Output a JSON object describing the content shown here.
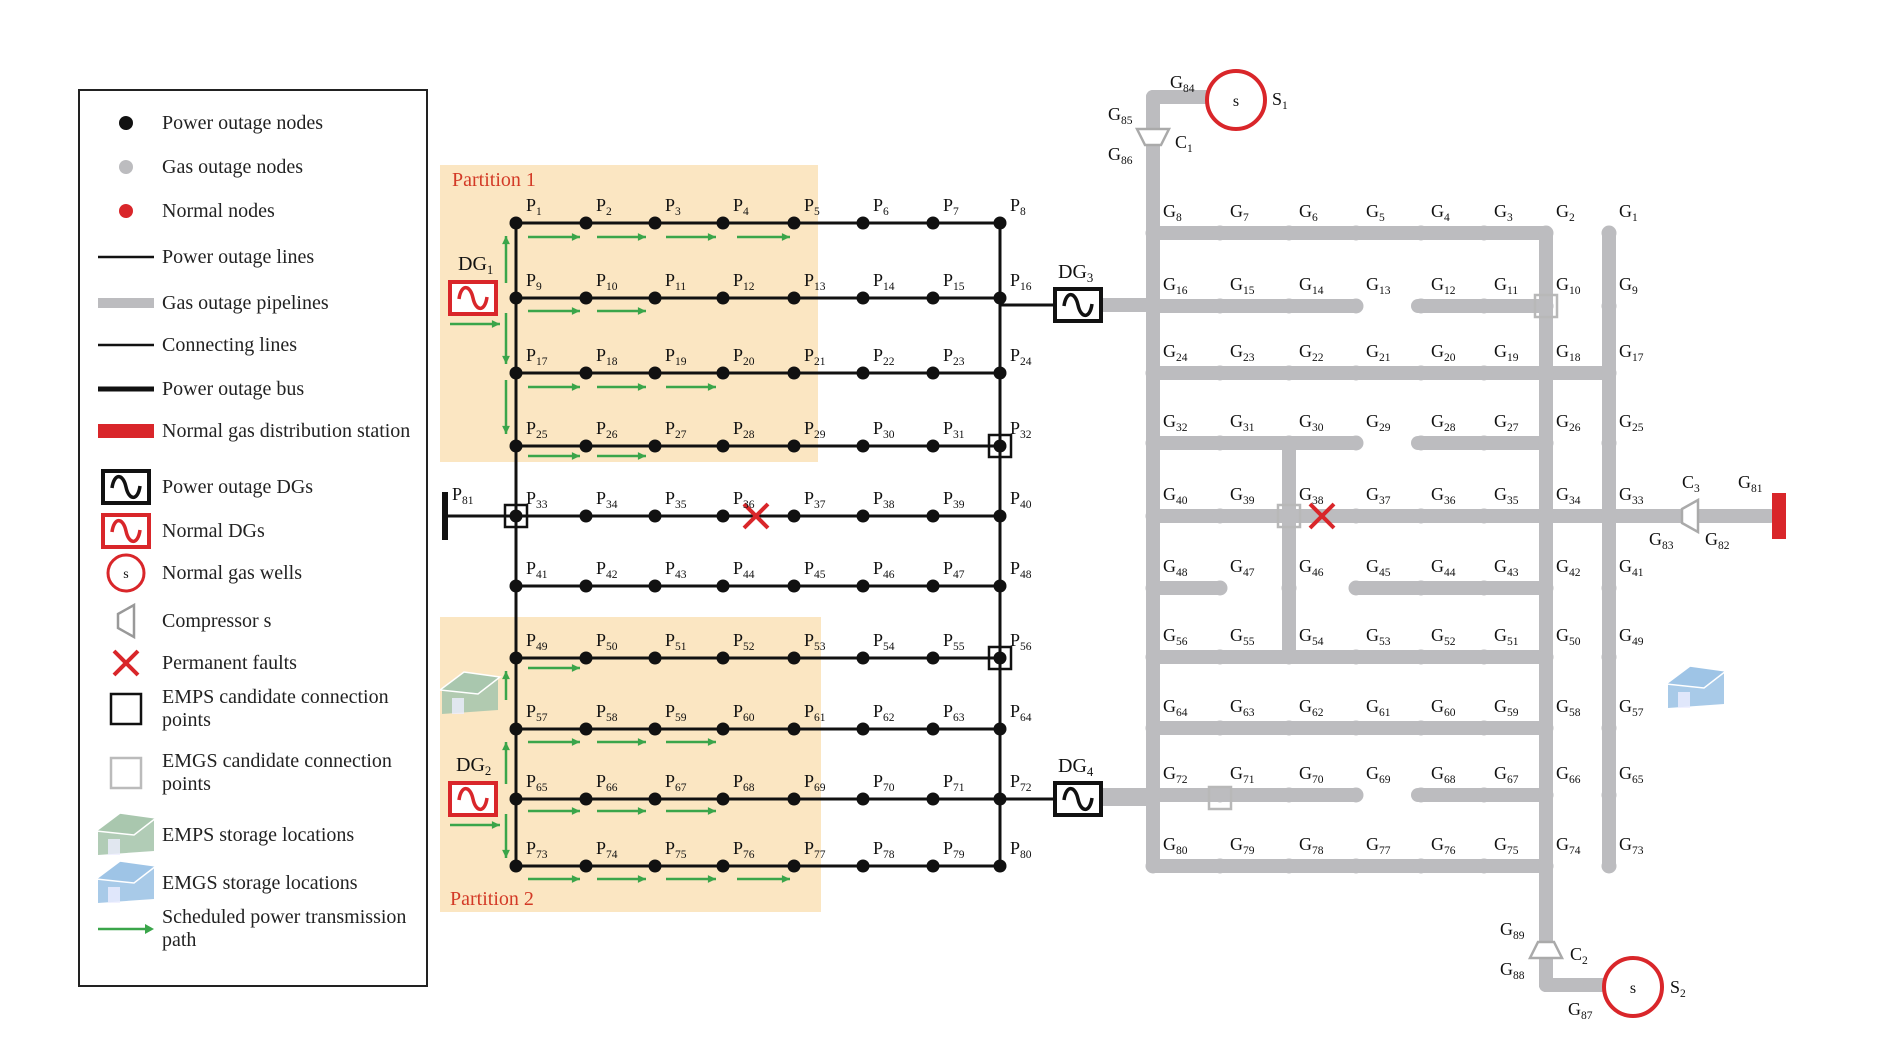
{
  "partitions": {
    "p1": "Partition 1",
    "p2": "Partition 2"
  },
  "legend": [
    {
      "id": "power-outage-nodes",
      "symbol": "black-dot",
      "label": "Power outage  nodes"
    },
    {
      "id": "gas-outage-nodes",
      "symbol": "gray-dot",
      "label": "Gas outage nodes"
    },
    {
      "id": "normal-nodes",
      "symbol": "red-dot",
      "label": "Normal nodes"
    },
    {
      "id": "power-outage-lines",
      "symbol": "thin-black-line",
      "label": "Power outage  lines"
    },
    {
      "id": "gas-outage-pipelines",
      "symbol": "thick-gray-line",
      "label": "Gas outage pipelines"
    },
    {
      "id": "connecting-lines",
      "symbol": "thin-black-line",
      "label": "Connecting lines"
    },
    {
      "id": "power-outage-bus",
      "symbol": "thick-black-line",
      "label": "Power outage bus"
    },
    {
      "id": "normal-gas-distribution-station",
      "symbol": "red-bar",
      "label": "Normal gas distribution station"
    },
    {
      "id": "power-outage-dgs",
      "symbol": "black-dg",
      "label": "Power outage  DGs"
    },
    {
      "id": "normal-dgs",
      "symbol": "red-dg",
      "label": "Normal DGs"
    },
    {
      "id": "normal-gas-wells",
      "symbol": "gas-well",
      "label": "Normal gas  wells"
    },
    {
      "id": "compressors",
      "symbol": "compressor",
      "label": "Compressor s"
    },
    {
      "id": "permanent-faults",
      "symbol": "red-cross",
      "label": "Permanent faults"
    },
    {
      "id": "emps-candidate",
      "symbol": "black-square",
      "label": "EMPS candidate connection points"
    },
    {
      "id": "emgs-candidate",
      "symbol": "gray-square",
      "label": "EMGS candidate connection points"
    },
    {
      "id": "emps-storage",
      "symbol": "green-house",
      "label": "EMPS  storage locations"
    },
    {
      "id": "emgs-storage",
      "symbol": "blue-house",
      "label": "EMGS  storage locations"
    },
    {
      "id": "scheduled-path",
      "symbol": "green-arrow",
      "label": "Scheduled power transmission path"
    }
  ],
  "power_nodes": [
    "P1",
    "P2",
    "P3",
    "P4",
    "P5",
    "P6",
    "P7",
    "P8",
    "P9",
    "P10",
    "P11",
    "P12",
    "P13",
    "P14",
    "P15",
    "P16",
    "P17",
    "P18",
    "P19",
    "P20",
    "P21",
    "P22",
    "P23",
    "P24",
    "P25",
    "P26",
    "P27",
    "P28",
    "P29",
    "P30",
    "P31",
    "P32",
    "P33",
    "P34",
    "P35",
    "P36",
    "P37",
    "P38",
    "P39",
    "P40",
    "P41",
    "P42",
    "P43",
    "P44",
    "P45",
    "P46",
    "P47",
    "P48",
    "P49",
    "P50",
    "P51",
    "P52",
    "P53",
    "P54",
    "P55",
    "P56",
    "P57",
    "P58",
    "P59",
    "P60",
    "P61",
    "P62",
    "P63",
    "P64",
    "P65",
    "P66",
    "P67",
    "P68",
    "P69",
    "P70",
    "P71",
    "P72",
    "P73",
    "P74",
    "P75",
    "P76",
    "P77",
    "P78",
    "P79",
    "P80",
    "P81"
  ],
  "gas_nodes": [
    "G1",
    "G2",
    "G3",
    "G4",
    "G5",
    "G6",
    "G7",
    "G8",
    "G9",
    "G10",
    "G11",
    "G12",
    "G13",
    "G14",
    "G15",
    "G16",
    "G17",
    "G18",
    "G19",
    "G20",
    "G21",
    "G22",
    "G23",
    "G24",
    "G25",
    "G26",
    "G27",
    "G28",
    "G29",
    "G30",
    "G31",
    "G32",
    "G33",
    "G34",
    "G35",
    "G36",
    "G37",
    "G38",
    "G39",
    "G40",
    "G41",
    "G42",
    "G43",
    "G44",
    "G45",
    "G46",
    "G47",
    "G48",
    "G49",
    "G50",
    "G51",
    "G52",
    "G53",
    "G54",
    "G55",
    "G56",
    "G57",
    "G58",
    "G59",
    "G60",
    "G61",
    "G62",
    "G63",
    "G64",
    "G65",
    "G66",
    "G67",
    "G68",
    "G69",
    "G70",
    "G71",
    "G72",
    "G73",
    "G74",
    "G75",
    "G76",
    "G77",
    "G78",
    "G79",
    "G80",
    "G81",
    "G82",
    "G83",
    "G84",
    "G85",
    "G86",
    "G87",
    "G88",
    "G89"
  ],
  "generators": [
    "DG1",
    "DG2",
    "DG3",
    "DG4"
  ],
  "compressors": [
    "C1",
    "C2",
    "C3"
  ],
  "wells": [
    "S1",
    "S2"
  ],
  "well_glyph": "s",
  "colors": {
    "power": "#111111",
    "gas": "#bcbcbf",
    "normal": "#d9262a",
    "path": "#3aa54a",
    "partition": "#fbe6c2",
    "emps_house": "#a9c7ae",
    "emgs_house": "#9ec4e6"
  }
}
